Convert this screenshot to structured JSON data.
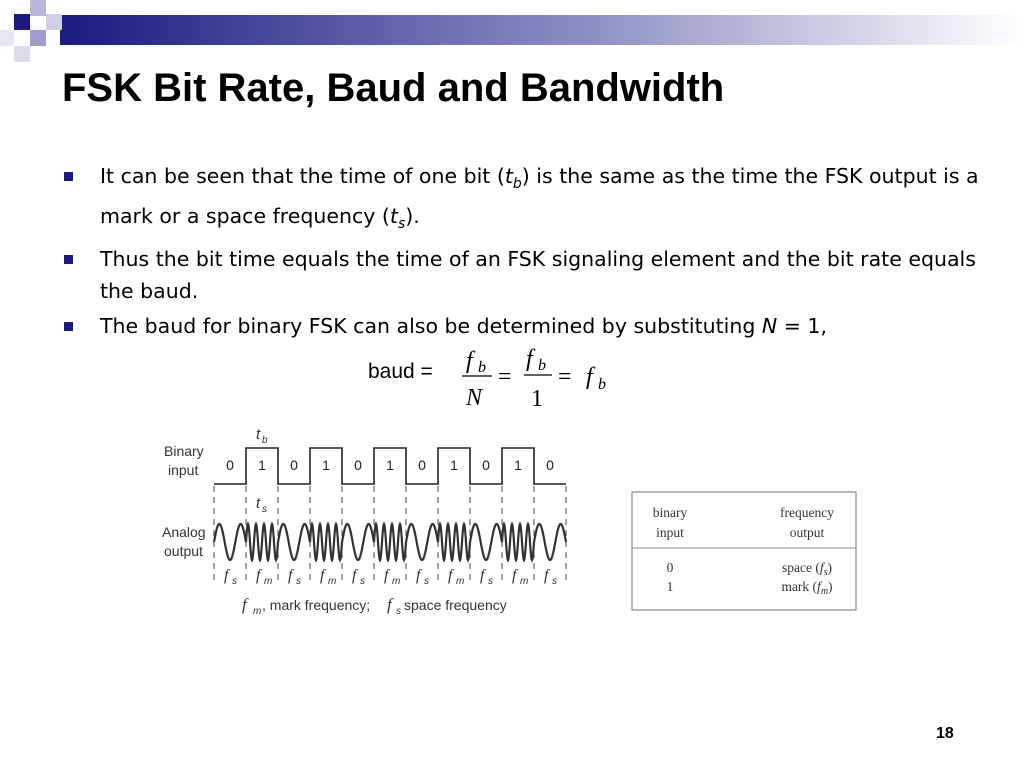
{
  "slide": {
    "title": "FSK Bit Rate, Baud and Bandwidth",
    "page_number": "18",
    "accent_color": "#1a1a80"
  },
  "bullets": [
    {
      "t1": "It can be seen that the time of one bit (",
      "var1": "t",
      "sub1": "b",
      "t2": ") is the same as the time the FSK output is a mark or a space frequency (",
      "var2": "t",
      "sub2": "s",
      "t3": ")."
    },
    {
      "text": "Thus the bit time equals the time of an FSK signaling element and the bit rate equals the baud."
    },
    {
      "t1": "The baud for binary FSK can also be determined by substituting ",
      "var1": "N",
      "t2": " = 1,"
    }
  ],
  "formula": {
    "label": "baud =",
    "f": "f",
    "b": "b",
    "N": "N",
    "one": "1",
    "eq": "="
  },
  "figure": {
    "binary_input_label": [
      "Binary",
      "input"
    ],
    "analog_output_label": [
      "Analog",
      "output"
    ],
    "tb_label": {
      "var": "t",
      "sub": "b"
    },
    "ts_label": {
      "var": "t",
      "sub": "s"
    },
    "bits": [
      "0",
      "1",
      "0",
      "1",
      "0",
      "1",
      "0",
      "1",
      "0",
      "1",
      "0"
    ],
    "freq_f": "f",
    "freq_subs": [
      "s",
      "m",
      "s",
      "m",
      "s",
      "m",
      "s",
      "m",
      "s",
      "m",
      "s"
    ],
    "caption": {
      "fm": "f",
      "fm_sub": "m",
      "text1": ", mark frequency; ",
      "fs": "f",
      "fs_sub": "s",
      "text2": " space frequency"
    },
    "table": {
      "headers": [
        [
          "binary",
          "input"
        ],
        [
          "frequency",
          "output"
        ]
      ],
      "rows": [
        {
          "input": "0",
          "out_text": "space (",
          "out_var": "f",
          "out_sub": "s",
          "out_close": ")"
        },
        {
          "input": "1",
          "out_text": "mark (",
          "out_var": "f",
          "out_sub": "m",
          "out_close": ")"
        }
      ]
    }
  }
}
